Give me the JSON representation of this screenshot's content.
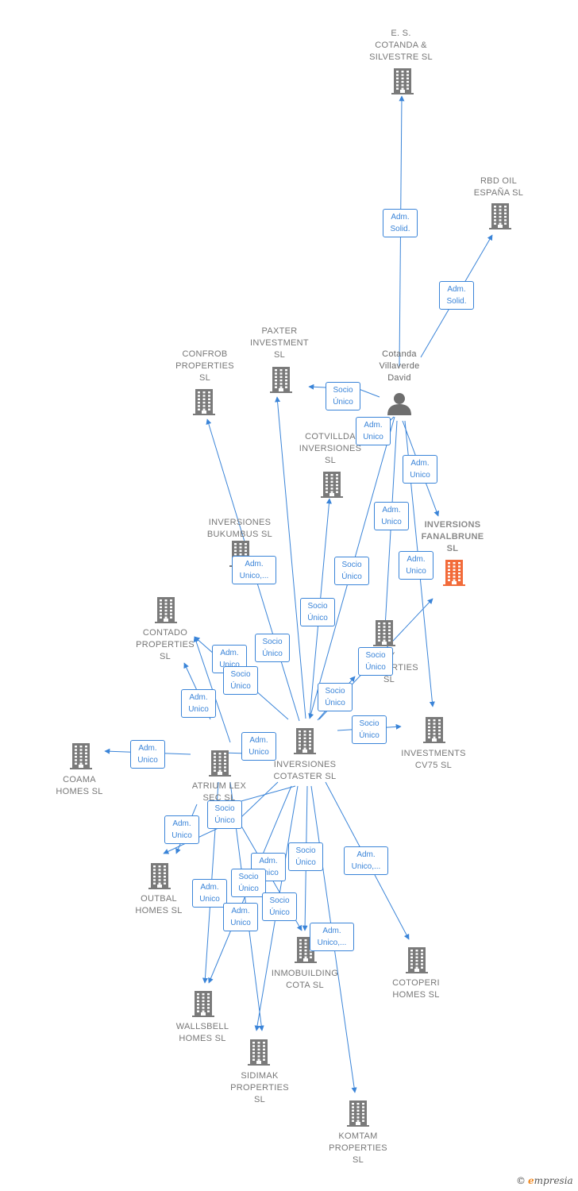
{
  "nodes": [
    {
      "id": "es_cotanda",
      "label": "E.  S.\nCOTANDA &\nSILVESTRE SL",
      "kind": "company"
    },
    {
      "id": "rbd_oil",
      "label": "RBD OIL\nESPAÑA SL",
      "kind": "company"
    },
    {
      "id": "person",
      "label": "Cotanda\nVillaverde\nDavid",
      "kind": "person"
    },
    {
      "id": "paxter",
      "label": "PAXTER\nINVESTMENT\nSL",
      "kind": "company"
    },
    {
      "id": "confrob",
      "label": "CONFROB\nPROPERTIES\nSL",
      "kind": "company"
    },
    {
      "id": "cotvillda",
      "label": "COTVILLDA\nINVERSIONES\nSL",
      "kind": "company"
    },
    {
      "id": "fanalbrune",
      "label": "INVERSIONS\nFANALBRUNE\nSL",
      "kind": "focus"
    },
    {
      "id": "bukumbus",
      "label": "INVERSIONES\nBUKUMBUS  SL",
      "kind": "company"
    },
    {
      "id": "contado",
      "label": "CONTADO\nPROPERTIES\nSL",
      "kind": "company"
    },
    {
      "id": "ey_props",
      "label": "EY\nPROPERTIES\nSL",
      "kind": "company"
    },
    {
      "id": "cv75",
      "label": "INVESTMENTS\nCV75  SL",
      "kind": "company"
    },
    {
      "id": "coama",
      "label": "COAMA\nHOMES  SL",
      "kind": "company"
    },
    {
      "id": "atrium",
      "label": "ATRIUM LEX\nSEC  SL",
      "kind": "company"
    },
    {
      "id": "cotaster",
      "label": "INVERSIONES\nCOTASTER  SL",
      "kind": "company"
    },
    {
      "id": "outbal",
      "label": "OUTBAL\nHOMES  SL",
      "kind": "company"
    },
    {
      "id": "inmobuilding",
      "label": "INMOBUILDING\nCOTA  SL",
      "kind": "company"
    },
    {
      "id": "cotoperi",
      "label": "COTOPERI\nHOMES  SL",
      "kind": "company"
    },
    {
      "id": "wallsbell",
      "label": "WALLSBELL\nHOMES  SL",
      "kind": "company"
    },
    {
      "id": "sidimak",
      "label": "SIDIMAK\nPROPERTIES\nSL",
      "kind": "company"
    },
    {
      "id": "komtam",
      "label": "KOMTAM\nPROPERTIES\nSL",
      "kind": "company"
    }
  ],
  "edge_labels": [
    "Adm.\nSolid.",
    "Adm.\nSolid.",
    "Socio\nÚnico",
    "Adm.\nUnico",
    "Adm.\nUnico",
    "Adm.\nUnico",
    "Adm.\nUnico",
    "Adm.\nUnico,...",
    "Socio\nÚnico",
    "Socio\nÚnico",
    "Socio\nÚnico",
    "Adm.\nUnico",
    "Socio\nÚnico",
    "Adm.\nUnico",
    "Socio\nÚnico",
    "Socio\nÚnico",
    "Socio\nÚnico",
    "Adm.\nUnico",
    "Adm.\nUnico",
    "Adm.\nUnico",
    "Socio\nÚnico",
    "Adm.\nUnico",
    "Socio\nÚnico",
    "Adm.\nUnico,...",
    "Adm.\nUnico",
    "Socio\nÚnico",
    "Adm.\nUnico",
    "Socio\nÚnico",
    "Adm.\nUnico,..."
  ],
  "brand": {
    "copyright": "©",
    "e_letter": "e",
    "name": "mpresia"
  },
  "colors": {
    "edge": "#3a84d8",
    "building": "#7a7a7a",
    "focus_building": "#f26b3a",
    "person": "#6e6e6e"
  }
}
